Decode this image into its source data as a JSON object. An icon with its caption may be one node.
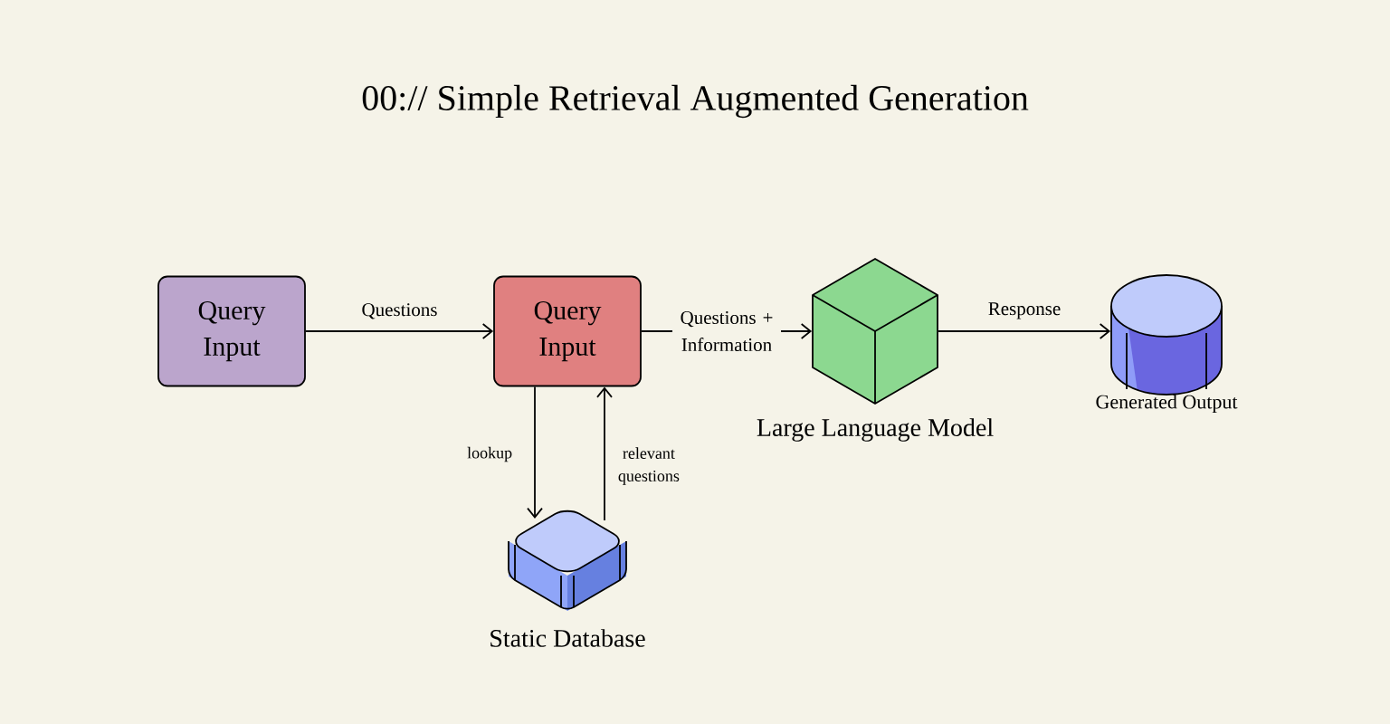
{
  "diagram": {
    "title": "00:// Simple Retrieval Augmented Generation",
    "nodes": [
      {
        "text": [
          "Query Input"
        ]
      },
      {
        "text": [
          "Query Input"
        ]
      },
      {
        "text": [
          "Static Database"
        ]
      },
      {
        "text": [
          "Large Language Model"
        ]
      },
      {
        "text": [
          "Generated Output"
        ]
      }
    ],
    "edges": [
      {
        "from": 0,
        "to": 1,
        "arrow": "to",
        "label": "Questions"
      },
      {
        "from": 1,
        "to": 3,
        "arrow": "to",
        "label": "Questions + Information"
      },
      {
        "from": 3,
        "to": 4,
        "arrow": "to",
        "label": "Response"
      },
      {
        "from": 1,
        "to": 2,
        "arrow": "to",
        "label": "lookup"
      },
      {
        "from": 2,
        "to": 1,
        "arrow": "to",
        "label": "relevant questions"
      }
    ]
  }
}
